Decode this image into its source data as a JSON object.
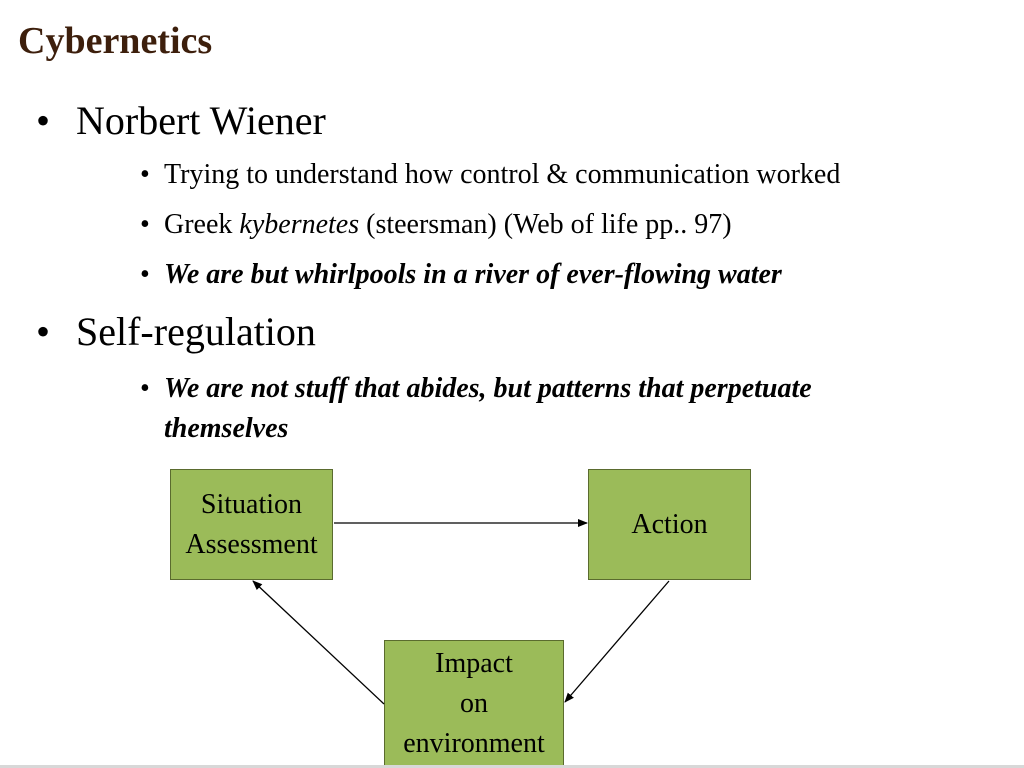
{
  "slide": {
    "title": "Cybernetics",
    "bullets": [
      {
        "label": "Norbert Wiener",
        "sub": [
          {
            "text": "Trying to understand how control & communication worked"
          },
          {
            "prefix": "Greek ",
            "italic": "kybernetes",
            "suffix": " (steersman)  (Web of life pp.. 97)"
          },
          {
            "bold_italic": "We are but whirlpools in a river of ever-flowing water"
          }
        ]
      },
      {
        "label": "Self-regulation",
        "sub": [
          {
            "bold_italic_line1": "We are not stuff that abides, but patterns that perpetuate",
            "bold_italic_line2": "themselves"
          }
        ]
      }
    ],
    "bullet_glyph": "•"
  },
  "diagram": {
    "box_color": "#9bbb59",
    "boxes": {
      "situation": {
        "line1": "Situation",
        "line2": "Assessment"
      },
      "action": {
        "line1": "Action"
      },
      "impact": {
        "line1": "Impact",
        "line2": "on",
        "line3": "environment"
      }
    }
  }
}
